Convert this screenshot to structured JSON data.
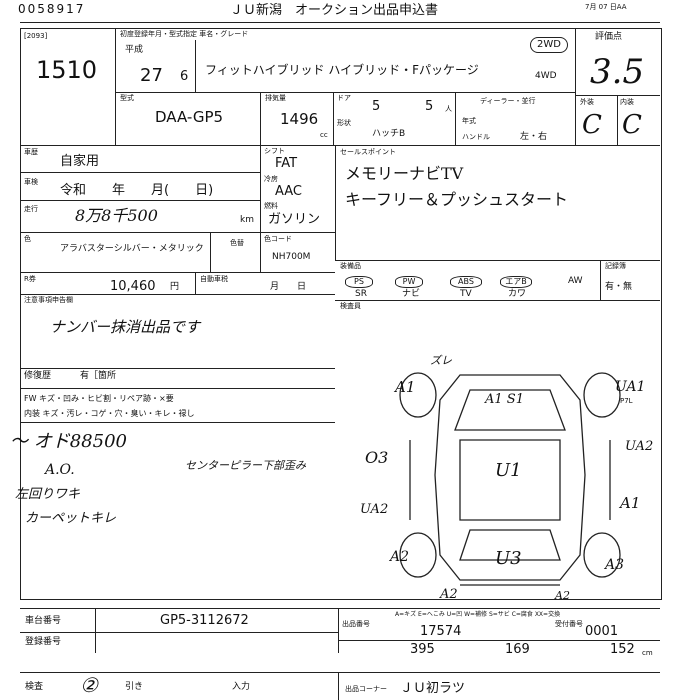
{
  "header": {
    "doc_number": "0058917",
    "title": "ＪＵ新潟　オークション出品申込書",
    "date_text": "7月 07 日AA"
  },
  "entry": {
    "code": "[2093]",
    "number": "1510"
  },
  "registration": {
    "label": "初度登録年月・型式指定 車名・グレード",
    "era": "平成",
    "year": "27",
    "month": "6",
    "car_name": "フィットハイブリッド ハイブリッド・Fパッケージ"
  },
  "drive": {
    "two": "2WD",
    "four": "4WD"
  },
  "score": {
    "label": "評価点",
    "value": "3.5"
  },
  "model": {
    "label": "型式",
    "value": "DAA-GP5"
  },
  "displacement": {
    "label": "排気量",
    "value": "1496",
    "unit": "cc"
  },
  "doors": {
    "label": "ドア",
    "value": "5"
  },
  "seats": {
    "value": "5",
    "unit": "人"
  },
  "shape": {
    "label": "形状",
    "value": "ハッチB"
  },
  "dealer": {
    "label": "ディーラー・並行",
    "year_label": "年式"
  },
  "handle": {
    "label": "ハンドル",
    "options": "左・右"
  },
  "ext_int": {
    "ext_label": "外装",
    "int_label": "内装",
    "ext": "C",
    "int": "C"
  },
  "usage": {
    "label": "車歴",
    "value": "自家用"
  },
  "inspection": {
    "label": "車検",
    "value": "令和　　年　　月(　　日)"
  },
  "mileage": {
    "label": "走行",
    "value": "8万8千500",
    "unit": "km"
  },
  "shift": {
    "label": "シフト",
    "value": "FAT"
  },
  "ac": {
    "label": "冷房",
    "value": "AAC"
  },
  "fuel": {
    "label": "燃料",
    "value": "ガソリン"
  },
  "sales_points": {
    "label": "セールスポイント",
    "lines": [
      "メモリーナビTV",
      "キーフリー＆プッシュスタート"
    ]
  },
  "color": {
    "label": "色",
    "value": "アラバスターシルバー・メタリック",
    "sub_label": "色替",
    "code_label": "色コード",
    "code": "NH700M"
  },
  "recycle": {
    "label": "R券",
    "value": "10,460",
    "unit": "円"
  },
  "tax": {
    "label": "自動車税",
    "value": "月　　日"
  },
  "notes": {
    "label": "注意事項申告欄",
    "handwritten": "ナンバー抹消出品です",
    "repair_label": "修復歴",
    "repair_value": "有［箇所"
  },
  "equipment": {
    "label": "装備品",
    "row1": [
      "PS",
      "PW",
      "ABS",
      "エアB",
      "AW"
    ],
    "row2": [
      "SR",
      "ナビ",
      "TV",
      "カワ"
    ],
    "opt": "有・無",
    "record_label": "記録簿",
    "record_value": "有・無",
    "ext_label": "検査員"
  },
  "inspector_items": {
    "row1": "FW キズ・凹み・ヒビ割・リペア跡・×要",
    "row2": "内装 キズ・汚レ・コゲ・穴・臭い・キレ・禄し"
  },
  "handwritten_notes": {
    "price": "～ オド88500",
    "a": "A.O.",
    "b": "左回りワキ",
    "c": "カーペットキレ",
    "d": "センターピラー下部歪み"
  },
  "diagram_labels": {
    "top": "ズレ",
    "a1s1": "A1 S1",
    "a1_left": "A1",
    "ua1": "UA1",
    "ptl": "P7L",
    "o3": "O3",
    "u1": "U1",
    "ua2_right": "UA2",
    "ua2_left": "UA2",
    "a1_right": "A1",
    "a2_left": "A2",
    "u3": "U3",
    "a3": "A3",
    "a2_bot": "A2",
    "a2_bot2": "A2"
  },
  "legend": "A=キズ E=へこみ U=凹 W=補修 S=サビ C=腐食 XX=交換",
  "vehicle": {
    "chassis_label": "車台番号",
    "chassis": "GP5-3112672",
    "reg_label": "登録番号",
    "lot_label": "出品番号",
    "lot": "17574",
    "receipt_label": "受付番号",
    "receipt": "0001"
  },
  "dimensions": {
    "length": "395",
    "width": "169",
    "height": "152",
    "unit": "cm"
  },
  "footer": {
    "check_label": "検査",
    "check_value": "②",
    "pull_label": "引き",
    "entry_label": "入力",
    "corner_label": "出品コーナー",
    "corner_value": "ＪＵ初ラツ"
  }
}
